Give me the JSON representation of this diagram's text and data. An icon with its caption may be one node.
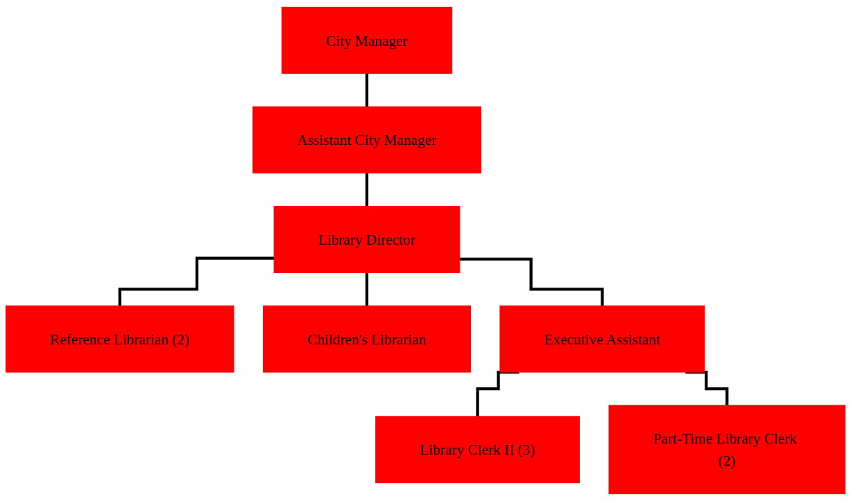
{
  "diagram": {
    "nodes": [
      {
        "text": [
          "City Manager"
        ]
      },
      {
        "text": [
          "Assistant City Manager"
        ]
      },
      {
        "text": [
          "Library Director"
        ]
      },
      {
        "text": [
          "Reference Librarian (2)"
        ]
      },
      {
        "text": [
          "Children's Librarian"
        ]
      },
      {
        "text": [
          "Executive Assistant"
        ]
      },
      {
        "text": [
          "Library Clerk II (3)"
        ]
      },
      {
        "text": [
          "Part-Time Library Clerk (2)"
        ]
      }
    ],
    "edges": [
      {
        "from": 0,
        "to": 1,
        "arrow": "none"
      },
      {
        "from": 1,
        "to": 2,
        "arrow": "none"
      },
      {
        "from": 2,
        "to": 3,
        "arrow": "none"
      },
      {
        "from": 2,
        "to": 4,
        "arrow": "none"
      },
      {
        "from": 2,
        "to": 5,
        "arrow": "none"
      },
      {
        "from": 5,
        "to": 6,
        "arrow": "none"
      },
      {
        "from": 5,
        "to": 7,
        "arrow": "none"
      }
    ]
  }
}
